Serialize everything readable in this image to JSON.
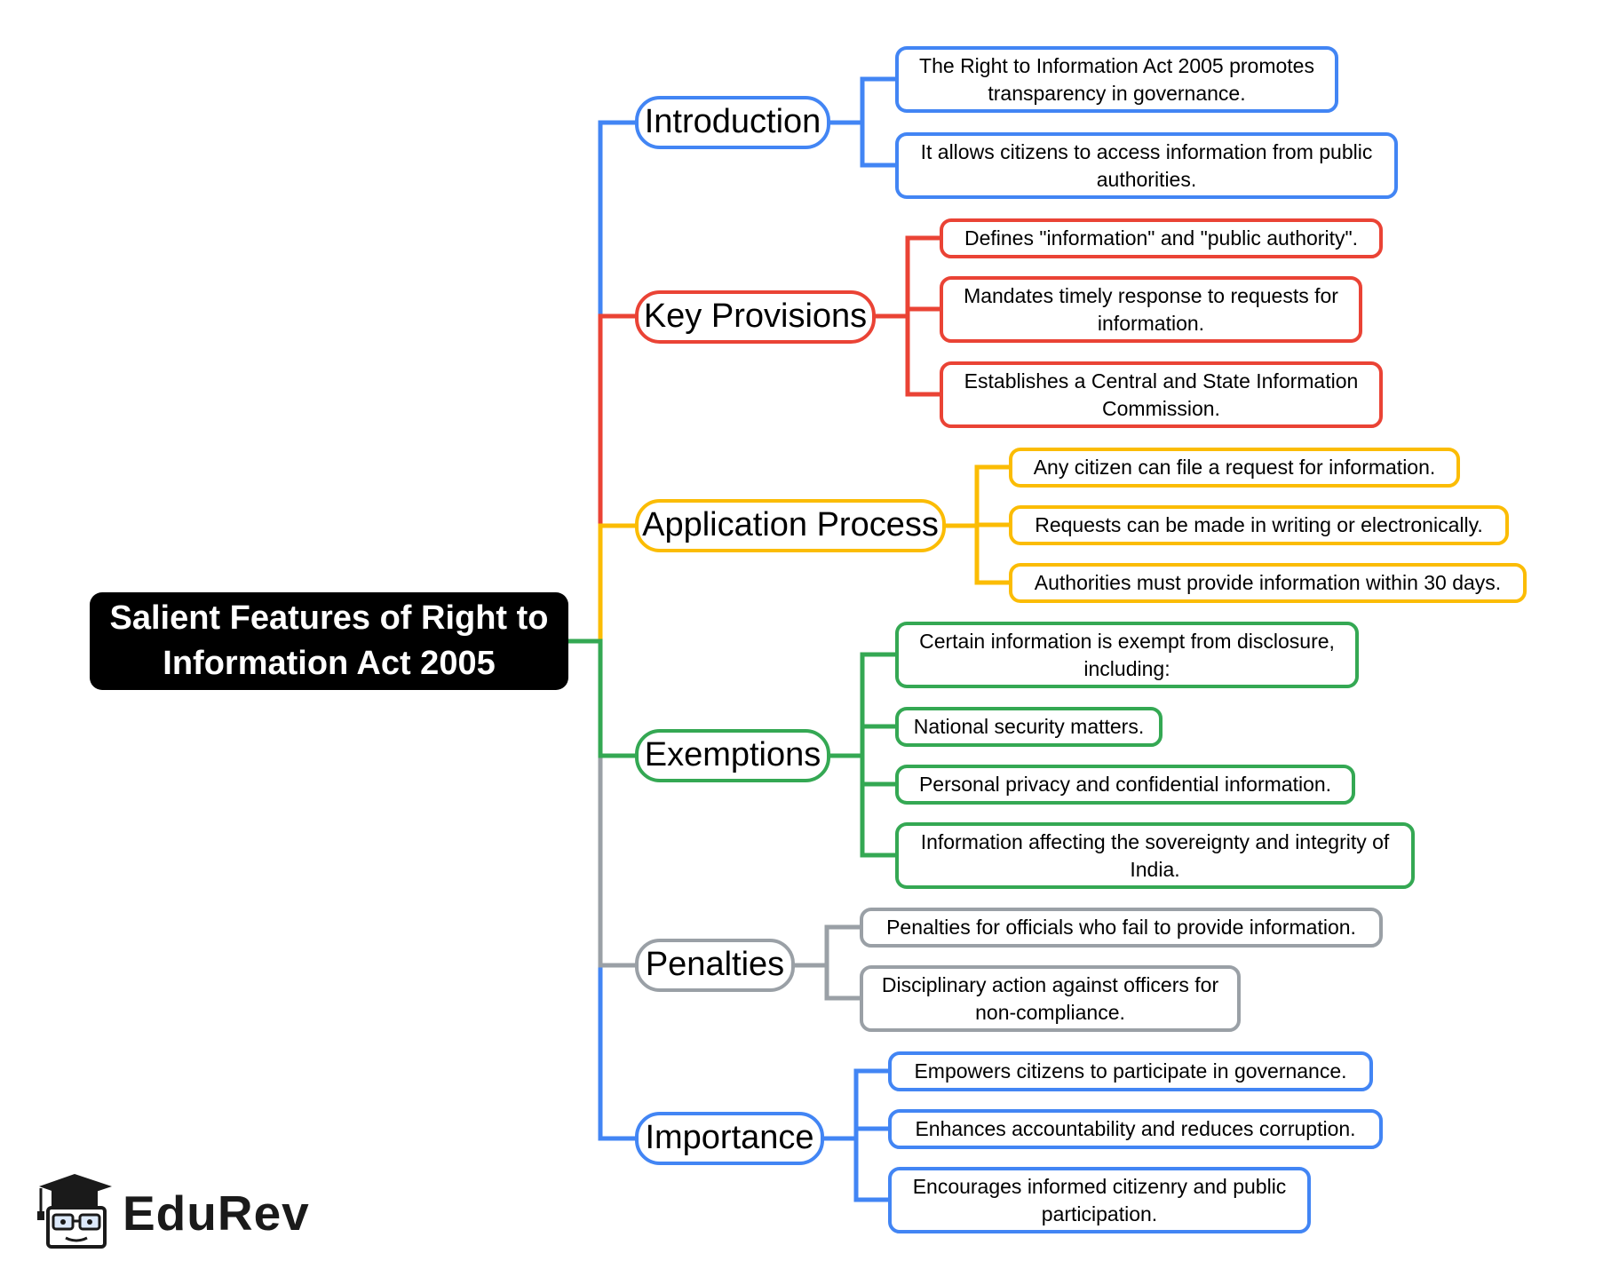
{
  "root": {
    "title": "Salient Features of Right to Information Act 2005"
  },
  "colors": {
    "blue": "#4285f4",
    "red": "#ea4335",
    "yellow": "#fbbc04",
    "green": "#34a853",
    "gray": "#9aa0a6"
  },
  "branches": [
    {
      "label": "Introduction",
      "color": "blue",
      "items": [
        "The Right to Information Act 2005 promotes transparency in governance.",
        "It allows citizens to access information from public authorities."
      ]
    },
    {
      "label": "Key Provisions",
      "color": "red",
      "items": [
        "Defines \"information\" and \"public authority\".",
        "Mandates timely response to requests for information.",
        "Establishes a Central and State Information Commission."
      ]
    },
    {
      "label": "Application Process",
      "color": "yellow",
      "items": [
        "Any citizen can file a request for information.",
        "Requests can be made in writing or electronically.",
        "Authorities must provide information within 30 days."
      ]
    },
    {
      "label": "Exemptions",
      "color": "green",
      "items": [
        "Certain information is exempt from disclosure, including:",
        "National security matters.",
        "Personal privacy and confidential information.",
        "Information affecting the sovereignty and integrity of India."
      ]
    },
    {
      "label": "Penalties",
      "color": "gray",
      "items": [
        "Penalties for officials who fail to provide information.",
        "Disciplinary action against officers for non-compliance."
      ]
    },
    {
      "label": "Importance",
      "color": "blue",
      "items": [
        "Empowers citizens to participate in governance.",
        "Enhances accountability and reduces corruption.",
        "Encourages informed citizenry and public participation."
      ]
    }
  ],
  "brand": {
    "name": "EduRev"
  }
}
